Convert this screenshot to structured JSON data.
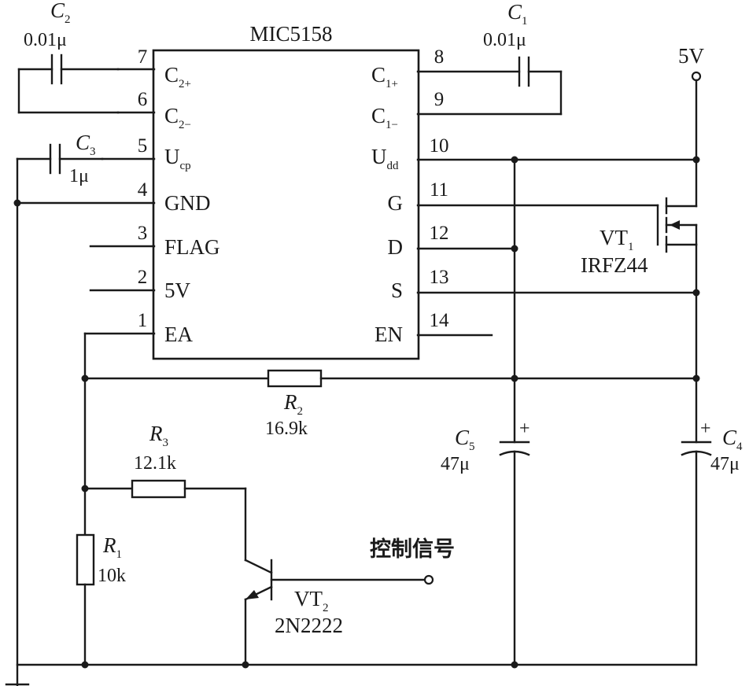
{
  "chip": {
    "title": "MIC5158",
    "left_pins": [
      {
        "num": "7",
        "label": "C",
        "sub": "2+"
      },
      {
        "num": "6",
        "label": "C",
        "sub": "2−"
      },
      {
        "num": "5",
        "label": "U",
        "sub": "cp"
      },
      {
        "num": "4",
        "label": "GND",
        "sub": ""
      },
      {
        "num": "3",
        "label": "FLAG",
        "sub": ""
      },
      {
        "num": "2",
        "label": "5V",
        "sub": ""
      },
      {
        "num": "1",
        "label": "EA",
        "sub": ""
      }
    ],
    "right_pins": [
      {
        "num": "8",
        "label": "C",
        "sub": "1+"
      },
      {
        "num": "9",
        "label": "C",
        "sub": "1−"
      },
      {
        "num": "10",
        "label": "U",
        "sub": "dd"
      },
      {
        "num": "11",
        "label": "G",
        "sub": ""
      },
      {
        "num": "12",
        "label": "D",
        "sub": ""
      },
      {
        "num": "13",
        "label": "S",
        "sub": ""
      },
      {
        "num": "14",
        "label": "EN",
        "sub": ""
      }
    ]
  },
  "components": {
    "c2": {
      "name": "C",
      "sub": "2",
      "value": "0.01μ"
    },
    "c1": {
      "name": "C",
      "sub": "1",
      "value": "0.01μ"
    },
    "c3": {
      "name": "C",
      "sub": "3",
      "value": "1μ"
    },
    "c5": {
      "name": "C",
      "sub": "5",
      "value": "47μ",
      "polarity": "+"
    },
    "c4": {
      "name": "C",
      "sub": "4",
      "value": "47μ",
      "polarity": "+"
    },
    "r1": {
      "name": "R",
      "sub": "1",
      "value": "10k"
    },
    "r2": {
      "name": "R",
      "sub": "2",
      "value": "16.9k"
    },
    "r3": {
      "name": "R",
      "sub": "3",
      "value": "12.1k"
    },
    "vt1": {
      "name": "VT",
      "sub": "1",
      "part": "IRFZ44"
    },
    "vt2": {
      "name": "VT",
      "sub": "2",
      "part": "2N2222"
    }
  },
  "supply": {
    "label": "5V"
  },
  "control": {
    "label": "控制信号"
  }
}
